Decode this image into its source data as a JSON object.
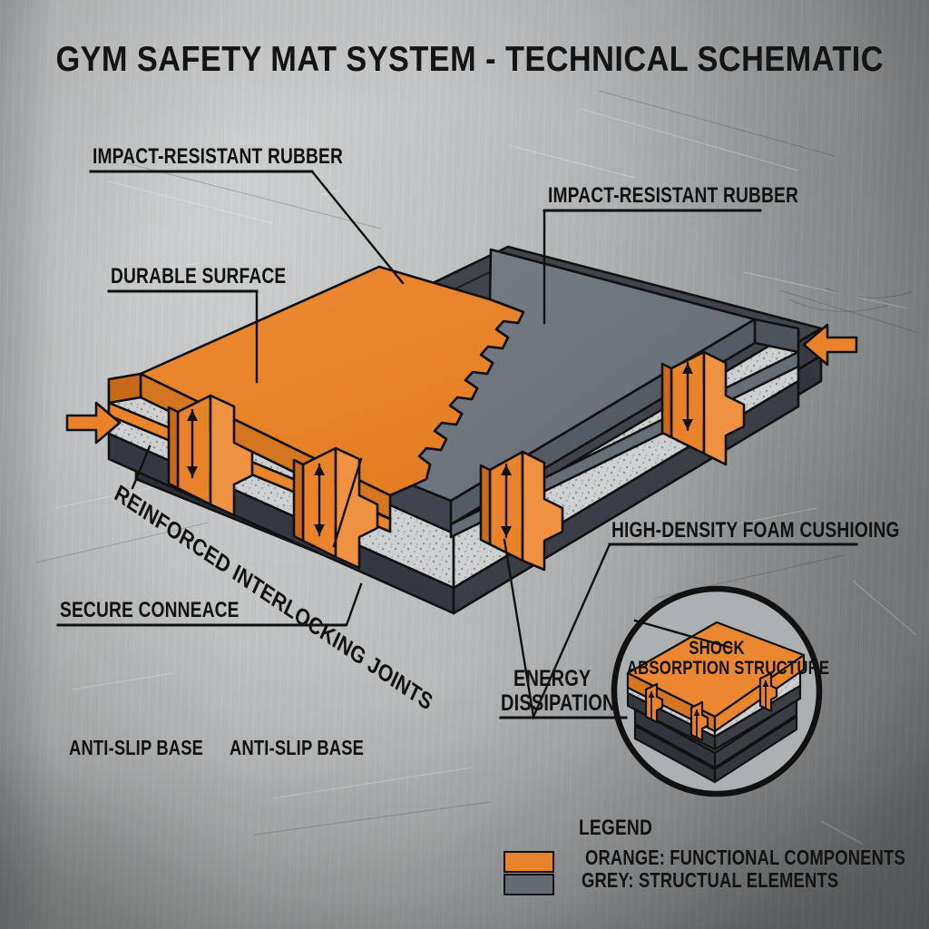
{
  "title": "GYM SAFETY MAT SYSTEM - TECHNICAL SCHEMATIC",
  "colors": {
    "orange": "#E8822B",
    "orange_dark": "#C96A1C",
    "orange_light": "#F09A4C",
    "grey_top": "#6E747C",
    "grey_mid": "#5A5F66",
    "grey_dark": "#3C4046",
    "grey_darker": "#2E3238",
    "foam": "#CBCDCE",
    "outline": "#111111",
    "background": "#BFC1C2"
  },
  "labels": {
    "impact_rubber_left": "IMPACT-RESISTANT RUBBER",
    "impact_rubber_right": "IMPACT-RESISTANT RUBBER",
    "durable_surface": "DURABLE SURFACE",
    "interlocking_joints": "REINFORCED INTERLOCKING JOINTS",
    "secure_connection": "SECURE CONNEACE",
    "foam_cushioning": "HIGH-DENSITY FOAM CUSHIOING",
    "energy_dissipation_line1": "ENERGY",
    "energy_dissipation_line2": "DISSIPATION",
    "anti_slip_base_1": "ANTI-SLIP BASE",
    "anti_slip_base_2": "ANTI-SLIP BASE",
    "shock_absorption_line1": "SHOCK",
    "shock_absorption_line2": "ABSORPTION STRUCTURE"
  },
  "legend": {
    "heading": "LEGEND",
    "items": [
      {
        "swatch": "#E8822B",
        "text": "ORANGE: FUNCTIONAL COMPONENTS"
      },
      {
        "swatch": "#656B72",
        "text": "GREY: STRUCTUAL ELEMENTS"
      }
    ]
  },
  "icons": {
    "arrow_left": "left-arrow-icon",
    "arrow_right": "right-arrow-icon",
    "magnifier": "magnified-detail-circle"
  }
}
